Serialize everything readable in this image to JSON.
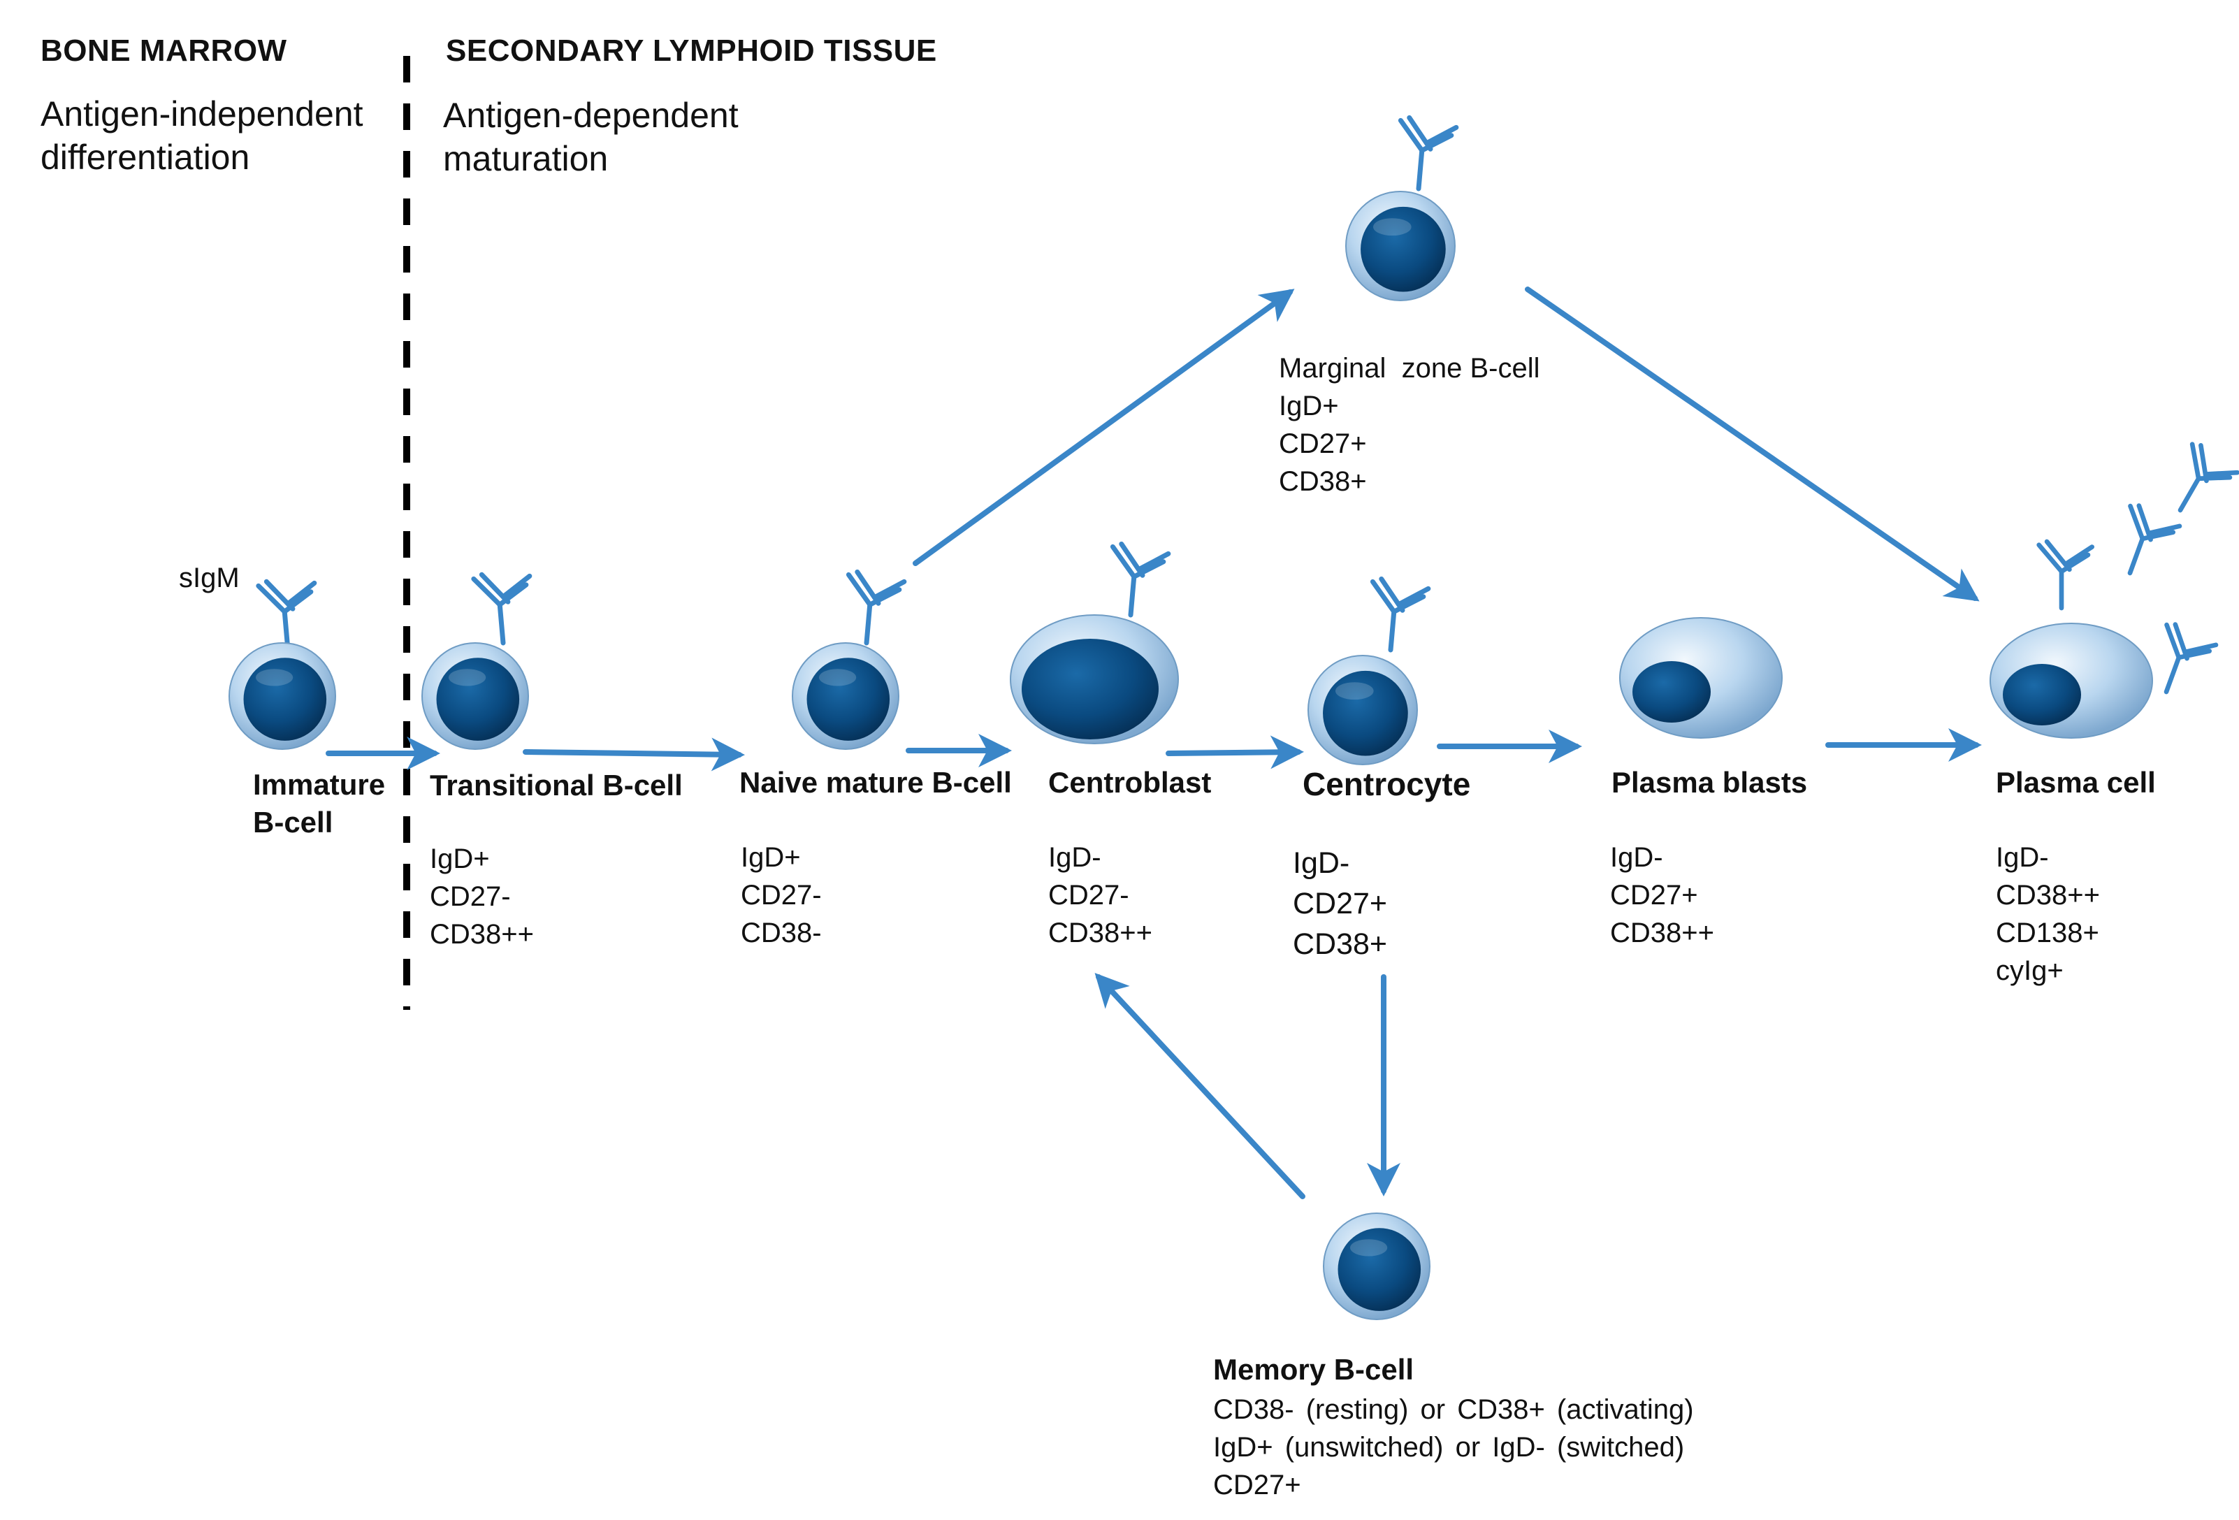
{
  "header": {
    "left_title": "BONE MARROW",
    "left_subtitle": [
      "Antigen-independent",
      "differentiation"
    ],
    "right_title": "SECONDARY LYMPHOID TISSUE",
    "right_subtitle": [
      "Antigen-dependent",
      "maturation"
    ]
  },
  "receptor_label": "sIgM",
  "cells": {
    "immature": {
      "label": [
        "Immature",
        "B-cell"
      ],
      "markers": []
    },
    "transitional": {
      "label": [
        "Transitional B-cell"
      ],
      "markers": [
        "IgD+",
        "CD27-",
        "CD38++"
      ]
    },
    "naive": {
      "label": [
        "Naive mature B-cell"
      ],
      "markers": [
        "IgD+",
        "CD27-",
        "CD38-"
      ]
    },
    "centroblast": {
      "label": [
        "Centroblast"
      ],
      "markers": [
        "IgD-",
        "CD27-",
        "CD38++"
      ]
    },
    "centrocyte": {
      "label": [
        "Centrocyte"
      ],
      "markers": [
        "IgD-",
        "CD27+",
        "CD38+"
      ]
    },
    "plasmablast": {
      "label": [
        "Plasma blasts"
      ],
      "markers": [
        "IgD-",
        "CD27+",
        "CD38++"
      ]
    },
    "plasma": {
      "label": [
        "Plasma cell"
      ],
      "markers": [
        "IgD-",
        "CD38++",
        "CD138+",
        "cyIg+"
      ]
    },
    "marginal": {
      "label": [],
      "markers": [
        "Marginal  zone B-cell",
        "IgD+",
        "CD27+",
        "CD38+"
      ]
    },
    "memory": {
      "label": [
        "Memory B-cell"
      ],
      "markers": [
        "CD38- (resting) or CD38+ (activating)",
        "IgD+ (unswitched) or IgD- (switched)",
        "CD27+"
      ]
    }
  },
  "colors": {
    "arrow": "#3a86c8",
    "receptor": "#3a86c8",
    "nucleus": "#0a4a80",
    "nucleus_dark": "#06355e",
    "cytoplasm": "#9cc4e6",
    "cytoplasm_light": "#e4f0fa",
    "divider": "#000000"
  }
}
